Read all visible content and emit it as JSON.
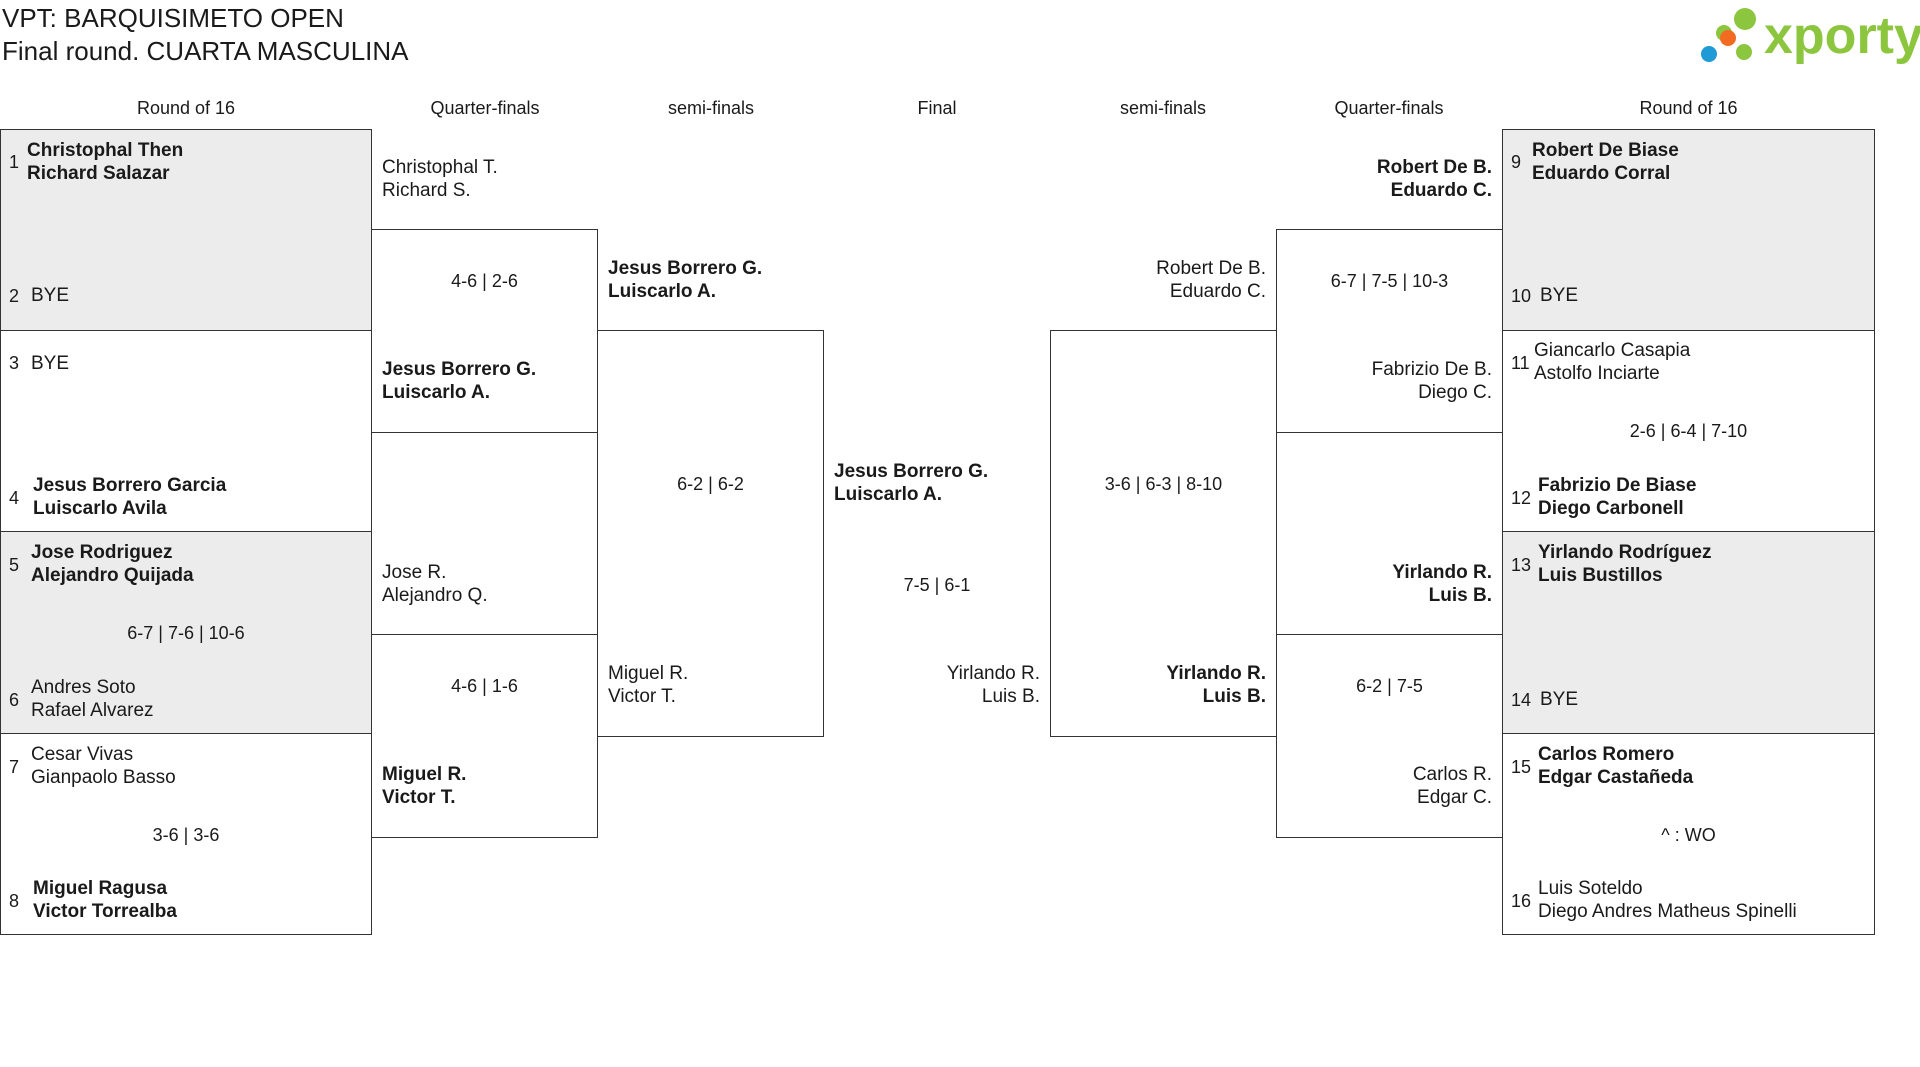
{
  "header": {
    "title": "VPT: BARQUISIMETO OPEN",
    "subtitle": "Final round. CUARTA MASCULINA",
    "logo_text": "xporty"
  },
  "rounds": {
    "r16_left": "Round of 16",
    "qf_left": "Quarter-finals",
    "sf_left": "semi-finals",
    "final": "Final",
    "sf_right": "semi-finals",
    "qf_right": "Quarter-finals",
    "r16_right": "Round of 16"
  },
  "r16_left": [
    {
      "seed": "1",
      "p1": "Christophal Then",
      "p2": "Richard Salazar"
    },
    {
      "seed": "2",
      "p1": "BYE",
      "p2": ""
    },
    {
      "seed": "3",
      "p1": "BYE",
      "p2": ""
    },
    {
      "seed": "4",
      "p1": "Jesus Borrero Garcia",
      "p2": "Luiscarlo Avila"
    },
    {
      "seed": "5",
      "p1": "Jose Rodriguez",
      "p2": "Alejandro Quijada"
    },
    {
      "seed": "6",
      "p1": "Andres Soto",
      "p2": "Rafael Alvarez"
    },
    {
      "seed": "7",
      "p1": "Cesar Vivas",
      "p2": "Gianpaolo Basso"
    },
    {
      "seed": "8",
      "p1": "Miguel Ragusa",
      "p2": "Victor Torrealba"
    }
  ],
  "r16_left_scores": [
    "",
    "",
    "6-7 | 7-6 | 10-6",
    "3-6 | 3-6"
  ],
  "qf_left": [
    {
      "p1": "Christophal T.",
      "p2": "Richard S."
    },
    {
      "p1": "Jesus Borrero G.",
      "p2": "Luiscarlo A."
    },
    {
      "p1": "Jose R.",
      "p2": "Alejandro Q."
    },
    {
      "p1": "Miguel R.",
      "p2": "Victor T."
    }
  ],
  "qf_left_scores": [
    "4-6 | 2-6",
    "4-6 | 1-6"
  ],
  "sf_left": [
    {
      "p1": "Jesus Borrero G.",
      "p2": "Luiscarlo A."
    },
    {
      "p1": "Miguel R.",
      "p2": "Victor T."
    }
  ],
  "sf_left_score": "6-2 | 6-2",
  "final": {
    "p1a": "Jesus Borrero G.",
    "p1b": "Luiscarlo A.",
    "score": "7-5 | 6-1",
    "p2a": "Yirlando R.",
    "p2b": "Luis B."
  },
  "sf_right": [
    {
      "p1": "Robert De B.",
      "p2": "Eduardo C."
    },
    {
      "p1": "Yirlando R.",
      "p2": "Luis B."
    }
  ],
  "sf_right_score": "3-6 | 6-3 | 8-10",
  "qf_right": [
    {
      "p1": "Robert De B.",
      "p2": "Eduardo C."
    },
    {
      "p1": "Fabrizio De B.",
      "p2": "Diego C."
    },
    {
      "p1": "Yirlando R.",
      "p2": "Luis B."
    },
    {
      "p1": "Carlos R.",
      "p2": "Edgar C."
    }
  ],
  "qf_right_scores": [
    "6-7 | 7-5 | 10-3",
    "6-2 | 7-5"
  ],
  "r16_right": [
    {
      "seed": "9",
      "p1": "Robert De Biase",
      "p2": "Eduardo Corral"
    },
    {
      "seed": "10",
      "p1": "BYE",
      "p2": ""
    },
    {
      "seed": "11",
      "p1": "Giancarlo Casapia",
      "p2": "Astolfo Inciarte"
    },
    {
      "seed": "12",
      "p1": "Fabrizio De Biase",
      "p2": "Diego Carbonell"
    },
    {
      "seed": "13",
      "p1": "Yirlando Rodríguez",
      "p2": "Luis Bustillos"
    },
    {
      "seed": "14",
      "p1": "BYE",
      "p2": ""
    },
    {
      "seed": "15",
      "p1": "Carlos Romero",
      "p2": "Edgar Castañeda"
    },
    {
      "seed": "16",
      "p1": "Luis Soteldo",
      "p2": "Diego Andres Matheus Spinelli"
    }
  ],
  "r16_right_scores": [
    "",
    "2-6 | 6-4 | 7-10",
    "",
    "^ : WO"
  ],
  "colors": {
    "bye_match_bg": "#ececec",
    "logo_green": "#8cc63f",
    "logo_blue": "#1e9ad6",
    "logo_orange": "#f26b21"
  }
}
